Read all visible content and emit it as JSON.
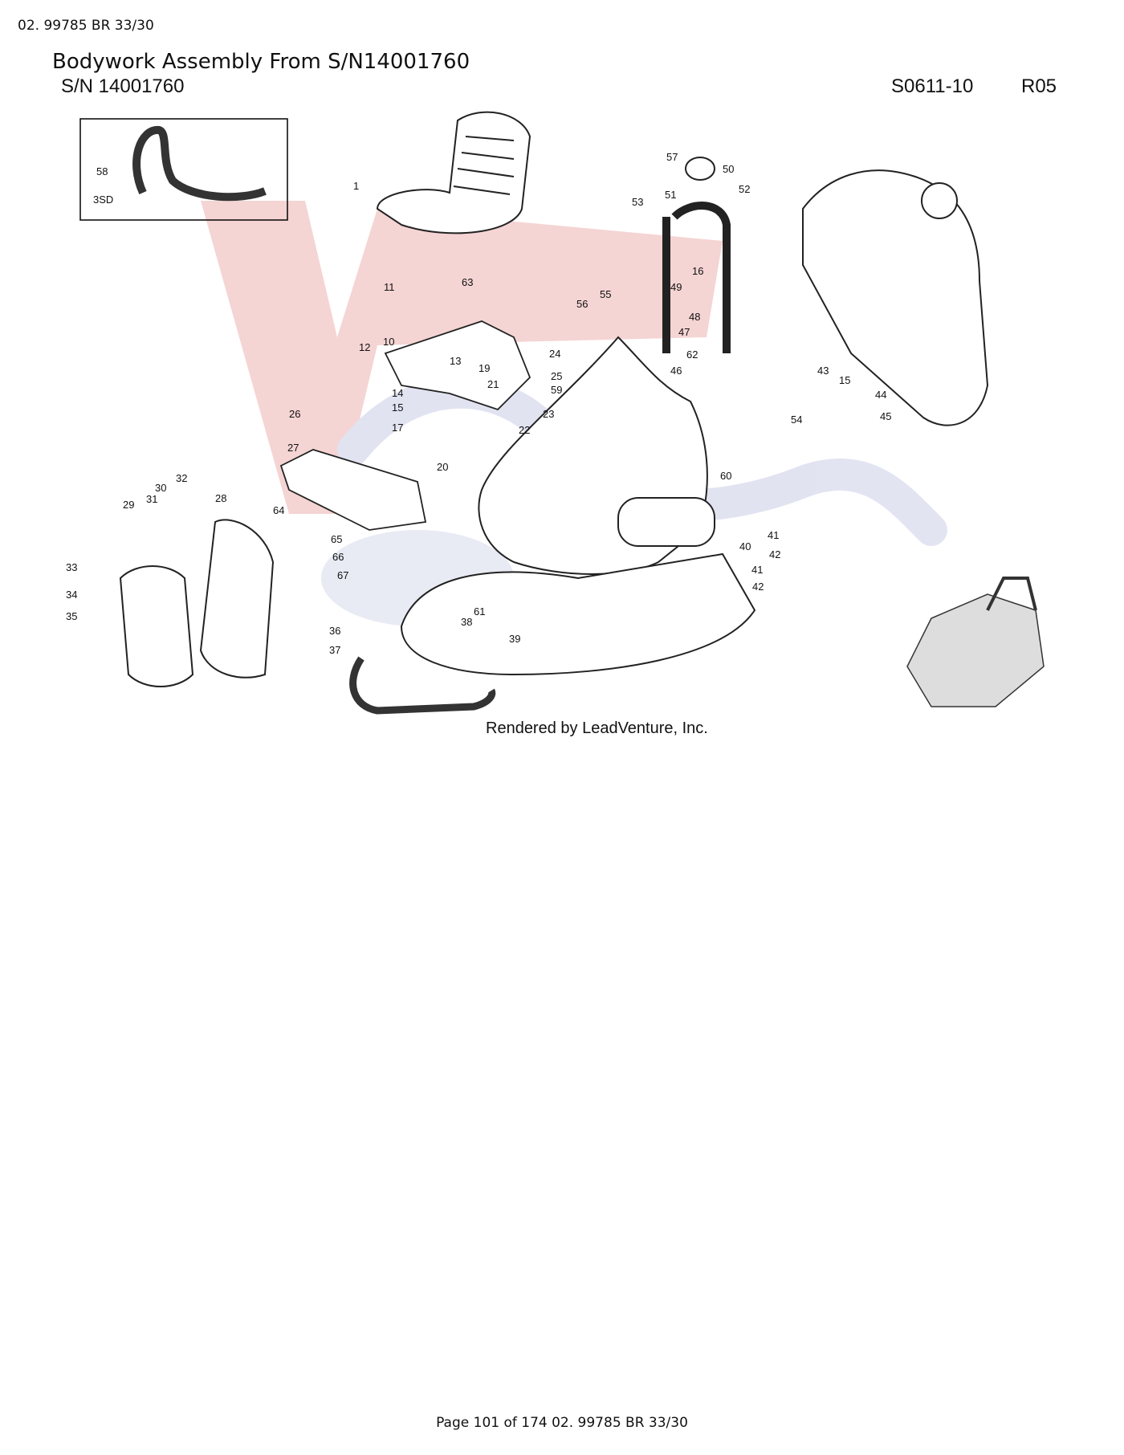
{
  "header": {
    "doc_ref": "02. 99785 BR 33/30"
  },
  "title": "Bodywork Assembly From S/N14001760",
  "drawing": {
    "serial": "S/N 14001760",
    "code": "S0611-10",
    "revision": "R05",
    "inset_label": "3SD",
    "inset_part": "58",
    "credit": "Rendered by LeadVenture, Inc.",
    "callouts": [
      "1",
      "63",
      "11",
      "10",
      "12",
      "13",
      "14",
      "15",
      "17",
      "19",
      "21",
      "20",
      "24",
      "25",
      "59",
      "22",
      "23",
      "26",
      "27",
      "64",
      "65",
      "66",
      "67",
      "32",
      "30",
      "31",
      "29",
      "28",
      "33",
      "34",
      "35",
      "36",
      "37",
      "38",
      "61",
      "39",
      "57",
      "50",
      "51",
      "52",
      "53",
      "16",
      "55",
      "56",
      "49",
      "48",
      "47",
      "62",
      "46",
      "43",
      "15",
      "44",
      "45",
      "54",
      "60",
      "41",
      "42",
      "40",
      "41",
      "42"
    ]
  },
  "watermark": {
    "colors": {
      "red": "#e8a4a4",
      "blue": "#c9cde6"
    }
  },
  "footer": {
    "page_text": "Page 101 of 174 02. 99785 BR 33/30"
  }
}
